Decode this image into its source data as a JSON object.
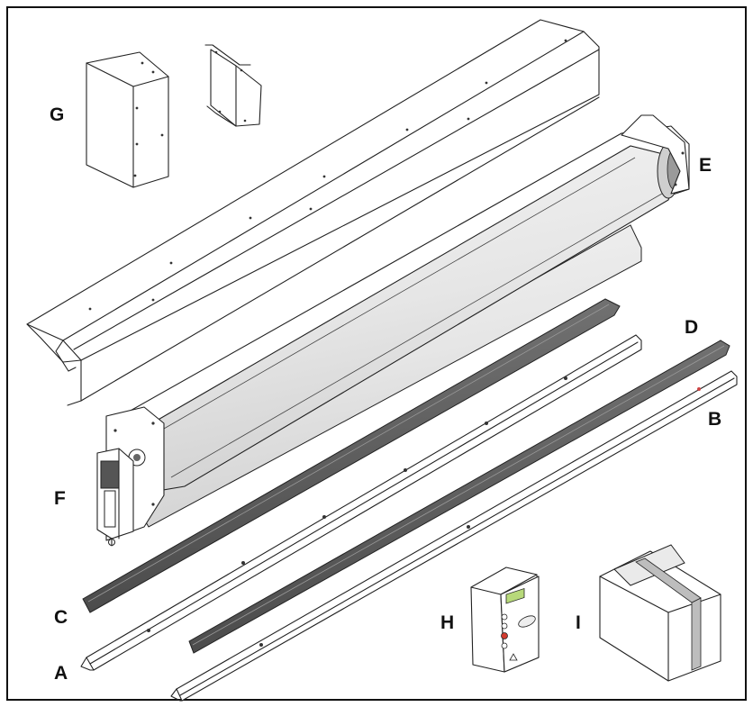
{
  "labels": {
    "A": "A",
    "B": "B",
    "C": "C",
    "D": "D",
    "E": "E",
    "F": "F",
    "G": "G",
    "H": "H",
    "I": "I"
  },
  "colors": {
    "frame": "#111111",
    "line": "#222222",
    "roller": "#e9e9e9",
    "roller_shade": "#d2d2d2",
    "dark_profile": "#5a5a5a",
    "display": "#b7d97a",
    "stop_button": "#d23b2f"
  }
}
